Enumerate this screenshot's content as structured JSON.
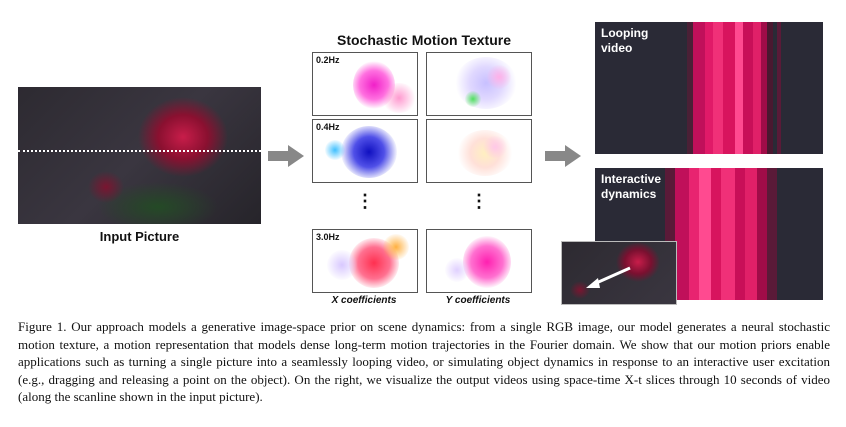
{
  "input": {
    "caption": "Input Picture"
  },
  "motion_texture": {
    "title": "Stochastic Motion Texture",
    "rows": [
      {
        "label": "0.2Hz"
      },
      {
        "label": "0.4Hz"
      },
      {
        "label": "3.0Hz"
      }
    ],
    "ellipsis": "⋮",
    "x_label": "X coefficients",
    "y_label": "Y coefficients"
  },
  "outputs": {
    "looping_label": "Looping\nvideo",
    "interactive_label": "Interactive\ndynamics"
  },
  "figure_caption": "Figure 1. Our approach models a generative image-space prior on scene dynamics: from a single RGB image, our model generates a neural stochastic motion texture, a motion representation that models dense long-term motion trajectories in the Fourier domain. We show that our motion priors enable applications such as turning a single picture into a seamlessly looping video, or simulating object dynamics in response to an interactive user excitation (e.g., dragging and releasing a point on the object). On the right, we visualize the output videos using space-time X-t slices through 10 seconds of video (along the scanline shown in the input picture).",
  "colors": {
    "accent": "#e0125e",
    "arrow": "#888888",
    "panel_bg": "#2a2a36"
  }
}
